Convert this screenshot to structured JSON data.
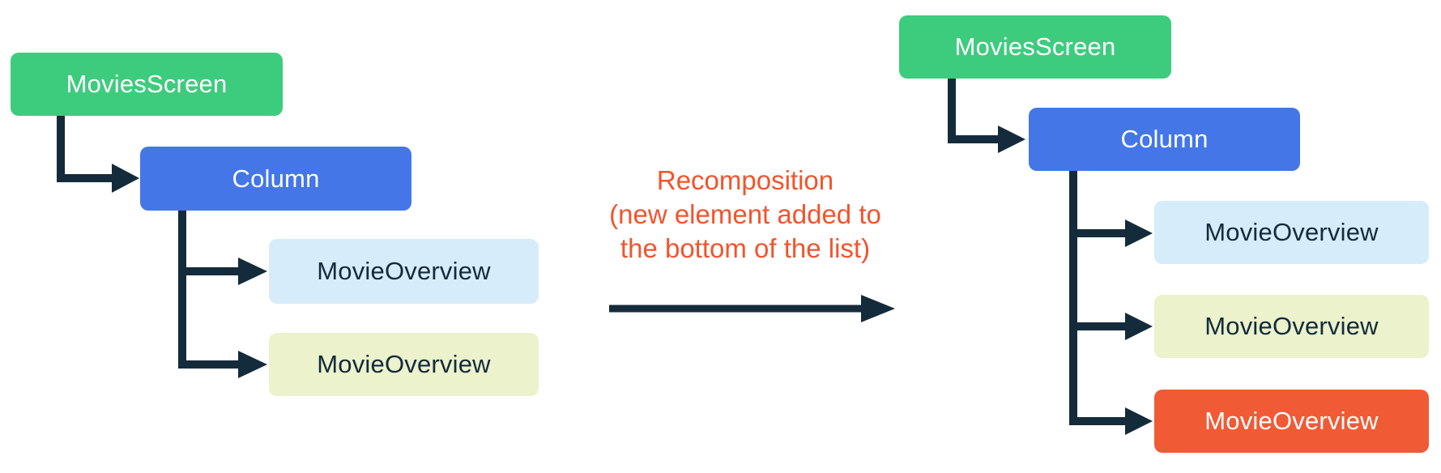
{
  "colors": {
    "node_green": "#3DCC7E",
    "node_blue": "#4476E8",
    "node_light_blue": "#D6ECFA",
    "node_light_green": "#EBF2CC",
    "node_orange": "#F05B35",
    "connector": "#142B3B",
    "text_dark": "#142B3B",
    "text_light": "#FFFFFF",
    "annotation": "#F2542D"
  },
  "left_tree": {
    "root": {
      "label": "MoviesScreen"
    },
    "column": {
      "label": "Column"
    },
    "children": [
      {
        "label": "MovieOverview"
      },
      {
        "label": "MovieOverview"
      }
    ]
  },
  "annotation": {
    "line1": "Recomposition",
    "line2": "(new element added to",
    "line3": "the bottom of the list)"
  },
  "right_tree": {
    "root": {
      "label": "MoviesScreen"
    },
    "column": {
      "label": "Column"
    },
    "children": [
      {
        "label": "MovieOverview"
      },
      {
        "label": "MovieOverview"
      },
      {
        "label": "MovieOverview"
      }
    ]
  }
}
